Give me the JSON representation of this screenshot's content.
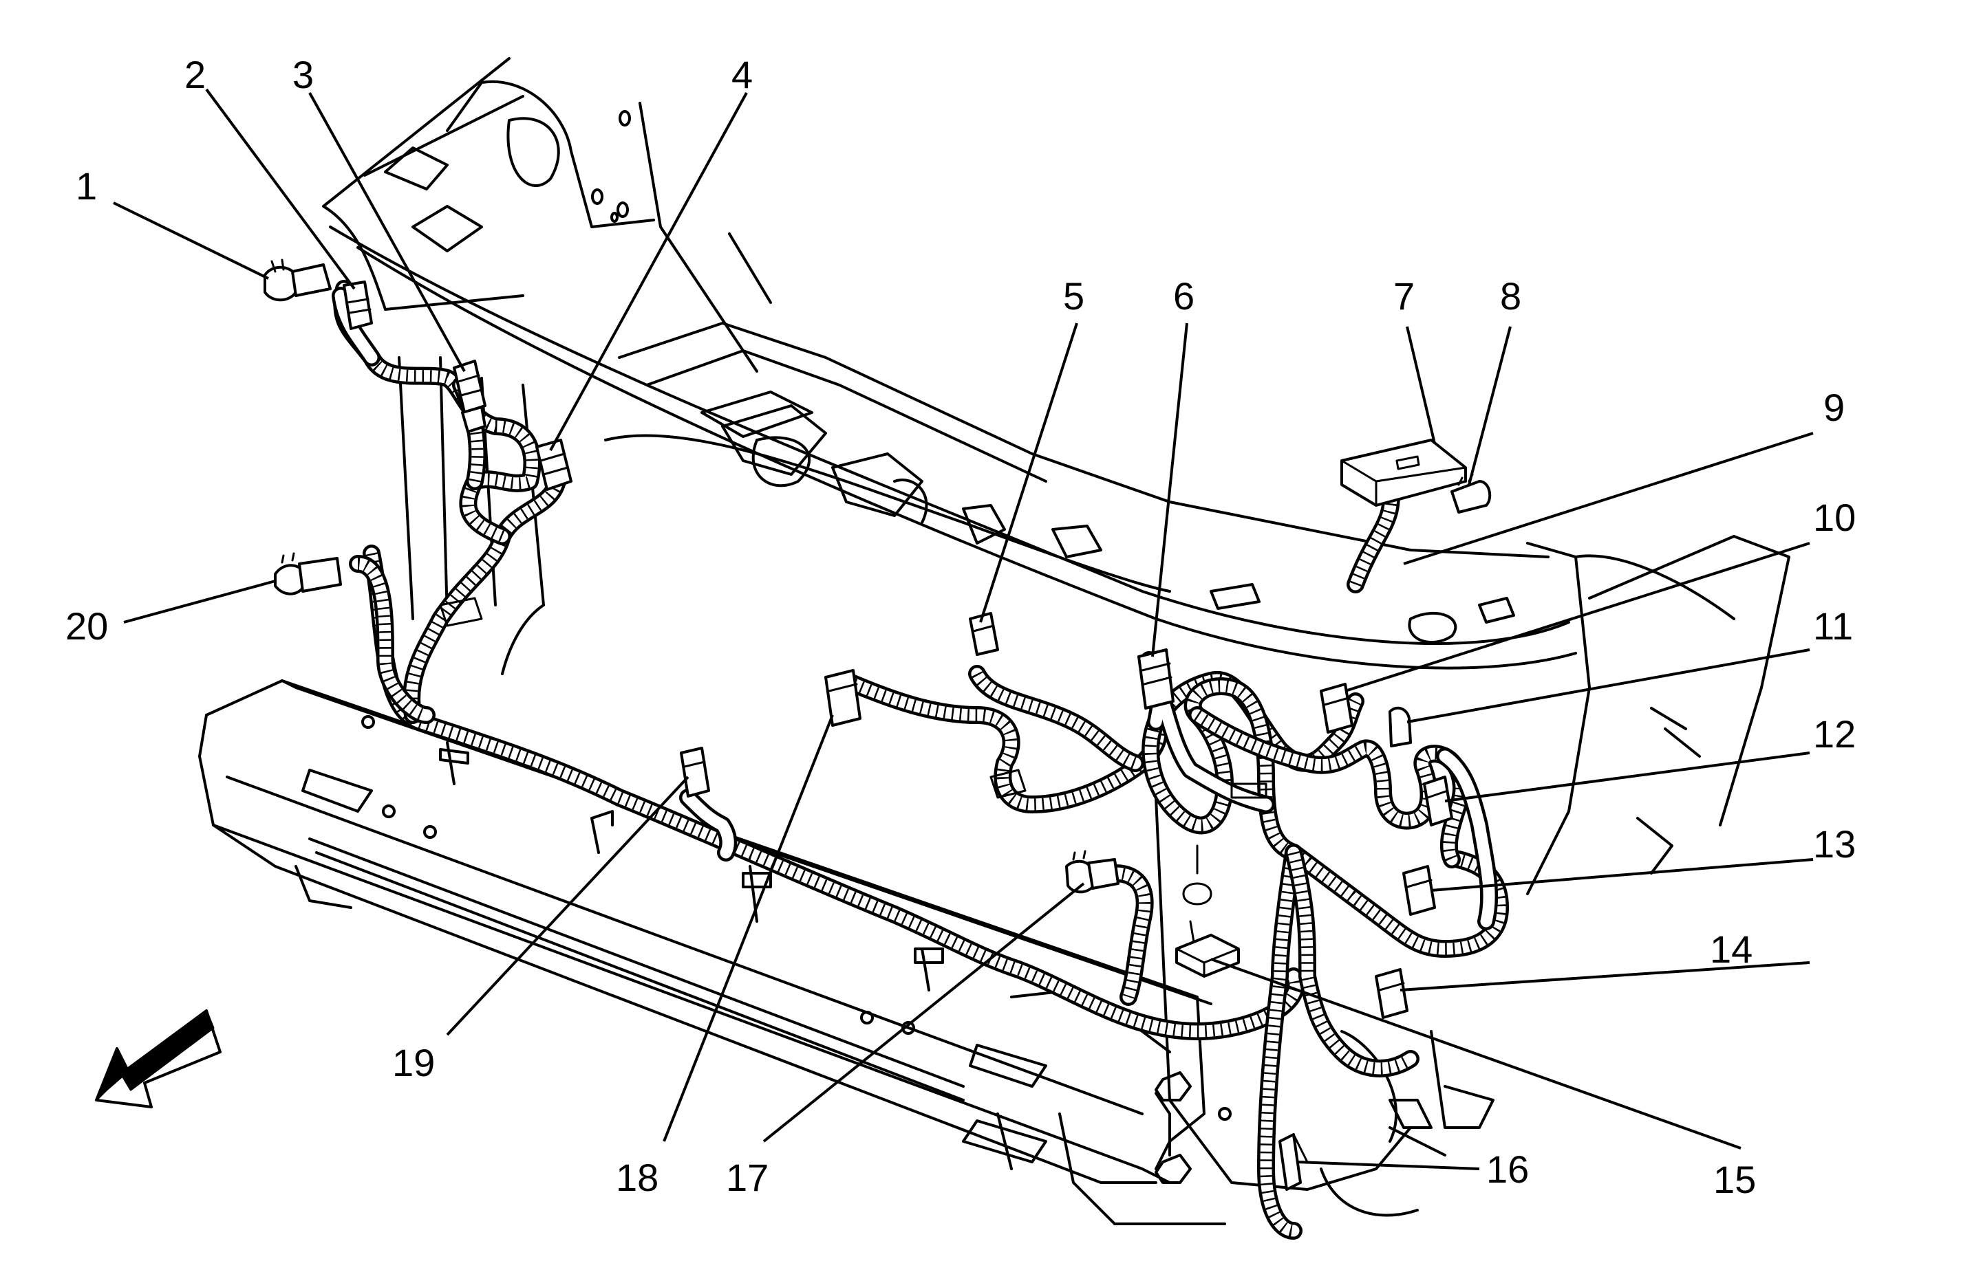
{
  "figure": {
    "callouts": [
      {
        "id": "1",
        "label": "1"
      },
      {
        "id": "2",
        "label": "2"
      },
      {
        "id": "3",
        "label": "3"
      },
      {
        "id": "4",
        "label": "4"
      },
      {
        "id": "5",
        "label": "5"
      },
      {
        "id": "6",
        "label": "6"
      },
      {
        "id": "7",
        "label": "7"
      },
      {
        "id": "8",
        "label": "8"
      },
      {
        "id": "9",
        "label": "9"
      },
      {
        "id": "10",
        "label": "10"
      },
      {
        "id": "11",
        "label": "11"
      },
      {
        "id": "12",
        "label": "12"
      },
      {
        "id": "13",
        "label": "13"
      },
      {
        "id": "14",
        "label": "14"
      },
      {
        "id": "15",
        "label": "15"
      },
      {
        "id": "16",
        "label": "16"
      },
      {
        "id": "17",
        "label": "17"
      },
      {
        "id": "18",
        "label": "18"
      },
      {
        "id": "19",
        "label": "19"
      },
      {
        "id": "20",
        "label": "20"
      }
    ],
    "direction_arrow_icon": "front-direction-arrow-icon",
    "colors": {
      "line": "#000000",
      "background": "#ffffff"
    }
  }
}
